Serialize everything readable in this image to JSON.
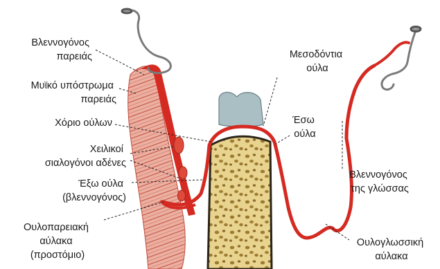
{
  "labels": {
    "buccal_mucosa": [
      "Βλεννογόνος",
      "παρειάς"
    ],
    "buccal_submucosa": [
      "Μυϊκό υπόστρωμα",
      "παρειάς"
    ],
    "gingival_corium": [
      "Χόριο ούλων"
    ],
    "labial_glands": [
      "Χειλικοί",
      "σιαλογόνοι αδένες"
    ],
    "outer_gingiva": [
      "Έξω ούλα",
      "(βλεννογόνος)"
    ],
    "gingivobuccal_sulcus": [
      "Ουλοπαρειακή",
      "αύλακα",
      "(προστόμιο)"
    ],
    "interdental_gingiva": [
      "Μεσοδόντια",
      "ούλα"
    ],
    "inner_gingiva": [
      "Έσω",
      "ούλα"
    ],
    "tongue_mucosa": [
      "Βλεννογόνος",
      "της γλώσσας"
    ],
    "gingivolingual_sulcus": [
      "Ουλογλωσσική",
      "αύλακα"
    ]
  },
  "colors": {
    "mucosa_red": "#d42a22",
    "muscle": "#e3998a",
    "bone_fill": "#e6d088",
    "bone_pores": "#8a6a2e",
    "tooth_enamel": "#a9bfc4",
    "hook_metal": "#7a7a7a"
  }
}
